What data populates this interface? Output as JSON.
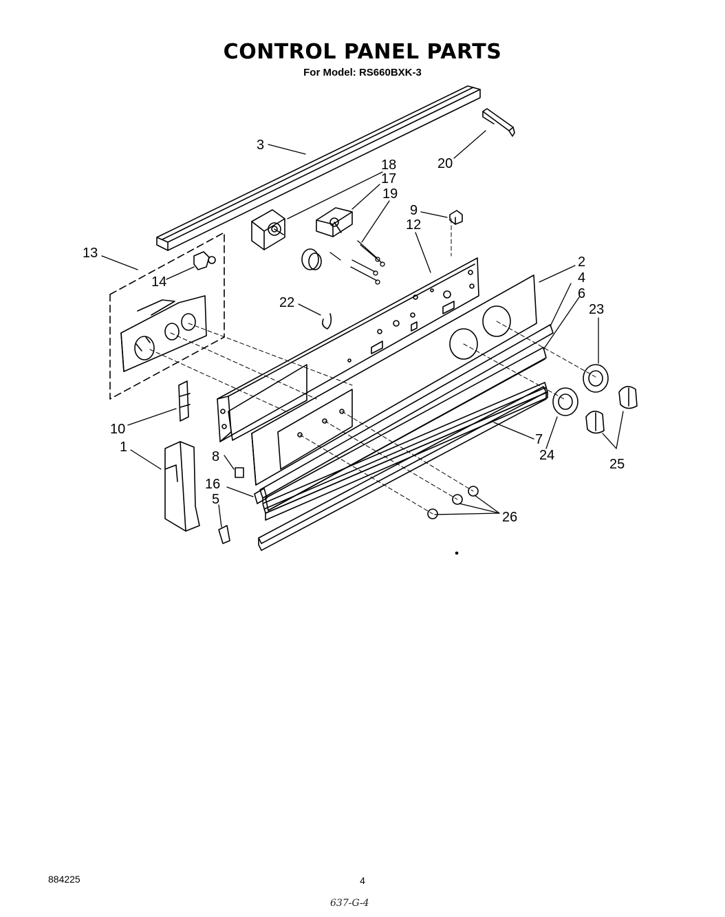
{
  "header": {
    "title": "CONTROL PANEL PARTS",
    "subtitle": "For Model: RS660BXK-3"
  },
  "callouts": [
    "3",
    "20",
    "18",
    "17",
    "19",
    "9",
    "12",
    "13",
    "14",
    "22",
    "2",
    "4",
    "6",
    "23",
    "10",
    "1",
    "8",
    "16",
    "5",
    "7",
    "24",
    "25",
    "26"
  ],
  "footer": {
    "doc_number": "884225",
    "page_number": "4",
    "handwritten_note": "637-G-4"
  }
}
